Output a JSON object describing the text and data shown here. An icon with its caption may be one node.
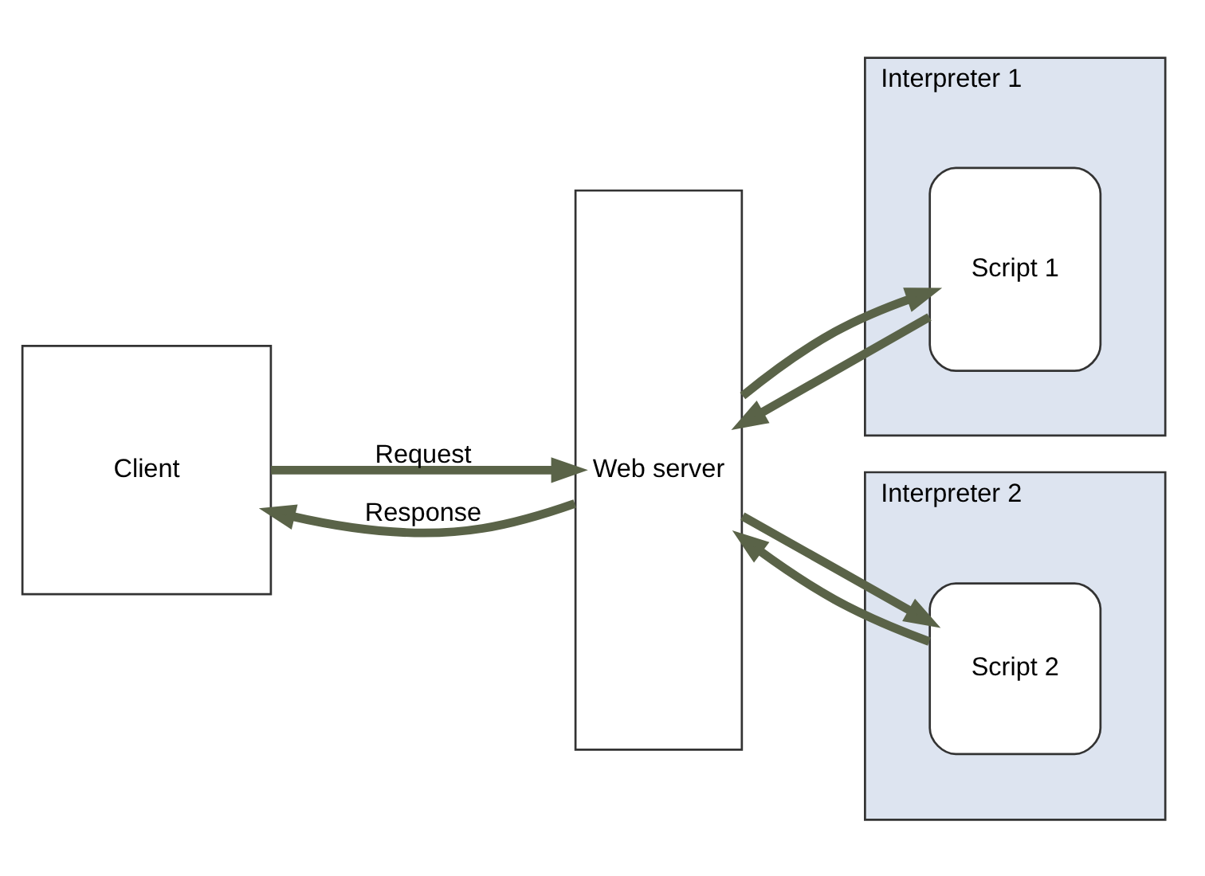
{
  "diagram": {
    "nodes": [
      {
        "text": [
          "Client"
        ]
      },
      {
        "text": [
          "Web server"
        ]
      },
      {
        "text": [
          "Interpreter 1"
        ]
      },
      {
        "text": [
          "Script 1"
        ],
        "in": 2
      },
      {
        "text": [
          "Interpreter 2"
        ]
      },
      {
        "text": [
          "Script 2"
        ],
        "in": 4
      }
    ],
    "edges": [
      {
        "from": 0,
        "to": 1,
        "arrow": "to",
        "label": "Request"
      },
      {
        "from": 1,
        "to": 0,
        "arrow": "to",
        "label": "Response"
      },
      {
        "from": 1,
        "to": 3,
        "arrow": "to"
      },
      {
        "from": 3,
        "to": 1,
        "arrow": "to"
      },
      {
        "from": 1,
        "to": 5,
        "arrow": "to"
      },
      {
        "from": 5,
        "to": 1,
        "arrow": "to"
      }
    ]
  }
}
